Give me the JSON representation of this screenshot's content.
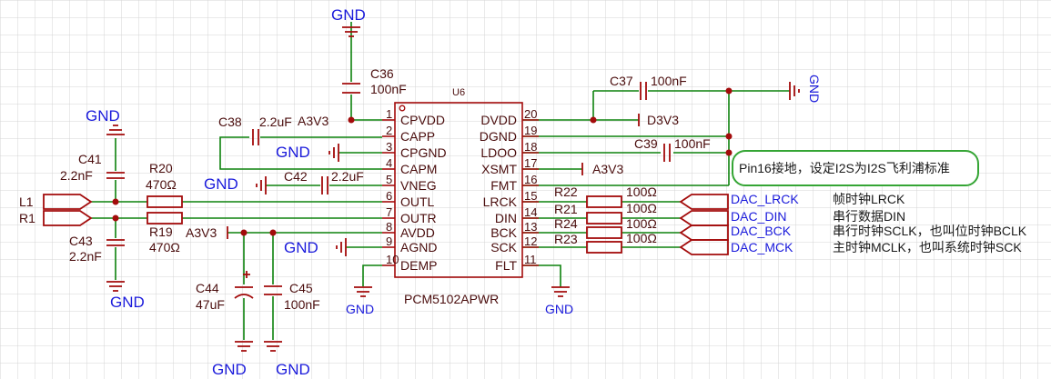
{
  "chip": {
    "ref": "U6",
    "part": "PCM5102APWR",
    "left_pins": [
      {
        "num": "1",
        "name": "CPVDD"
      },
      {
        "num": "2",
        "name": "CAPP"
      },
      {
        "num": "3",
        "name": "CPGND"
      },
      {
        "num": "4",
        "name": "CAPM"
      },
      {
        "num": "5",
        "name": "VNEG"
      },
      {
        "num": "6",
        "name": "OUTL"
      },
      {
        "num": "7",
        "name": "OUTR"
      },
      {
        "num": "8",
        "name": "AVDD"
      },
      {
        "num": "9",
        "name": "AGND"
      },
      {
        "num": "10",
        "name": "DEMP"
      }
    ],
    "right_pins": [
      {
        "num": "20",
        "name": "DVDD"
      },
      {
        "num": "19",
        "name": "DGND"
      },
      {
        "num": "18",
        "name": "LDOO"
      },
      {
        "num": "17",
        "name": "XSMT"
      },
      {
        "num": "16",
        "name": "FMT"
      },
      {
        "num": "15",
        "name": "LRCK"
      },
      {
        "num": "14",
        "name": "DIN"
      },
      {
        "num": "13",
        "name": "BCK"
      },
      {
        "num": "12",
        "name": "SCK"
      },
      {
        "num": "11",
        "name": "FLT"
      }
    ]
  },
  "nets": {
    "gnd": "GND",
    "a3v3": "A3V3",
    "d3v3": "D3V3",
    "l1": "L1",
    "r1": "R1"
  },
  "parts": {
    "c36": {
      "ref": "C36",
      "value": "100nF"
    },
    "c37": {
      "ref": "C37",
      "value": "100nF"
    },
    "c38": {
      "ref": "C38",
      "value": "2.2uF"
    },
    "c39": {
      "ref": "C39",
      "value": "100nF"
    },
    "c41": {
      "ref": "C41",
      "value": "2.2nF"
    },
    "c42": {
      "ref": "C42",
      "value": "2.2uF"
    },
    "c43": {
      "ref": "C43",
      "value": "2.2nF"
    },
    "c44": {
      "ref": "C44",
      "value": "47uF"
    },
    "c45": {
      "ref": "C45",
      "value": "100nF"
    },
    "r19": {
      "ref": "R19",
      "value": "470Ω"
    },
    "r20": {
      "ref": "R20",
      "value": "470Ω"
    },
    "r21": {
      "ref": "R21",
      "value": "100Ω"
    },
    "r22": {
      "ref": "R22",
      "value": "100Ω"
    },
    "r23": {
      "ref": "R23",
      "value": "100Ω"
    },
    "r24": {
      "ref": "R24",
      "value": "100Ω"
    }
  },
  "signals": [
    {
      "net": "DAC_LRCK",
      "desc": "帧时钟LRCK"
    },
    {
      "net": "DAC_DIN",
      "desc": "串行数据DIN"
    },
    {
      "net": "DAC_BCK",
      "desc": "串行时钟SCLK，也叫位时钟BCLK"
    },
    {
      "net": "DAC_MCK",
      "desc": "主时钟MCLK，也叫系统时钟SCK"
    }
  ],
  "note": "Pin16接地，设定I2S为I2S飞利浦标准",
  "colors": {
    "wire": "#0d820d",
    "component": "#a30b0b",
    "net_label": "#1a1adb",
    "chip_outline": "#a30b0b",
    "note_border": "#35a535",
    "grid": "#d4d4d4"
  }
}
